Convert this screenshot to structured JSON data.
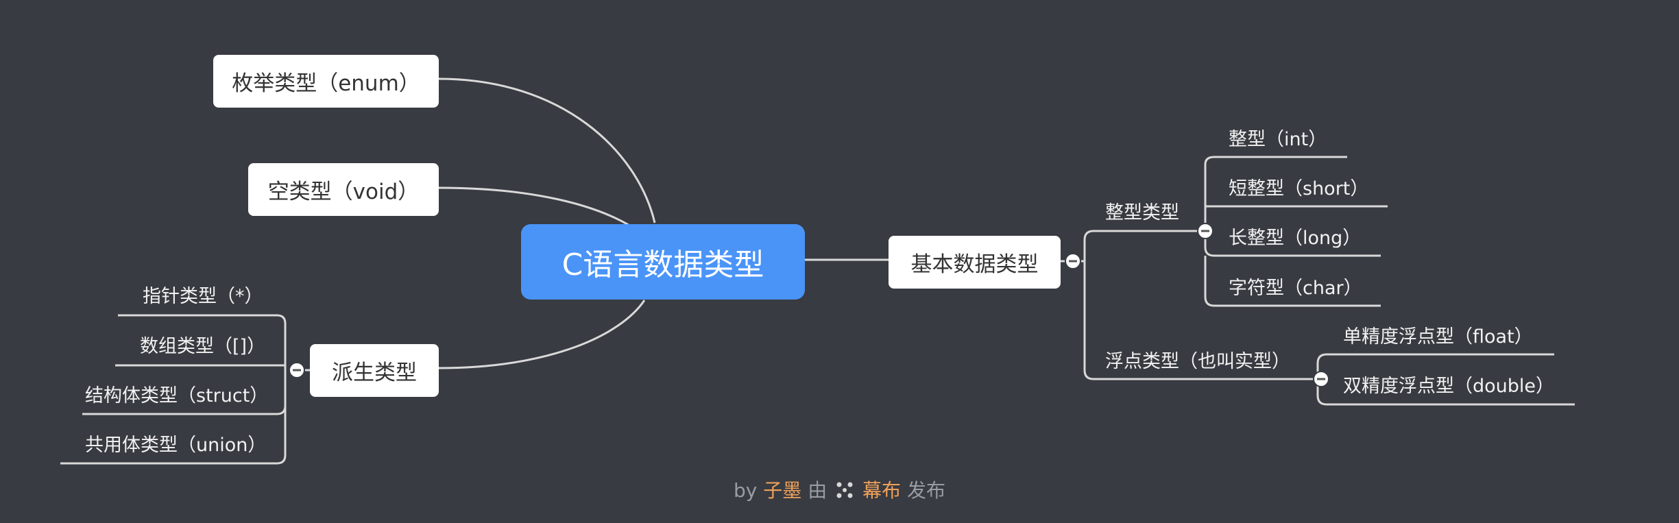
{
  "root": {
    "label": "C语言数据类型"
  },
  "left": {
    "enum": "枚举类型（enum）",
    "void": "空类型（void）",
    "derived": {
      "label": "派生类型",
      "children": [
        "指针类型（*）",
        "数组类型（[]）",
        "结构体类型（struct）",
        "共用体类型（union）"
      ]
    }
  },
  "right": {
    "basic": {
      "label": "基本数据类型",
      "integer": {
        "label": "整型类型",
        "children": [
          "整型（int）",
          "短整型（short）",
          "长整型（long）",
          "字符型（char）"
        ]
      },
      "float": {
        "label": "浮点类型（也叫实型）",
        "children": [
          "单精度浮点型（float）",
          "双精度浮点型（double）"
        ]
      }
    }
  },
  "footer": {
    "by": "by",
    "author": "子墨",
    "mid": "由",
    "brand": "幕布",
    "end": "发布"
  },
  "colors": {
    "background": "#383b41",
    "root": "#4a94f8",
    "line": "#d9d9d9",
    "accent": "#f0a15a"
  },
  "icons": {
    "collapse": "collapse-icon",
    "logo": "mubu-logo-icon"
  }
}
